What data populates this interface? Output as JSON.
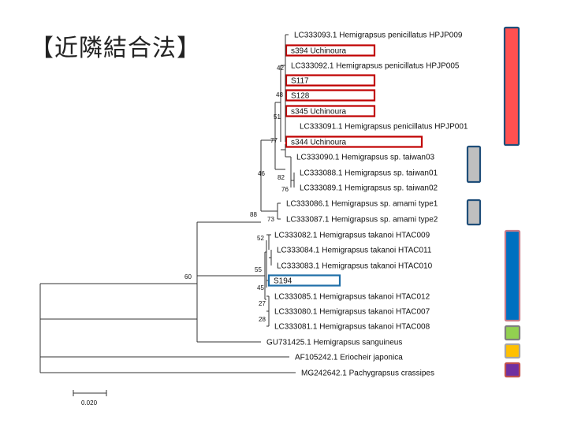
{
  "title": "【近隣結合法】",
  "leaves": [
    {
      "label": "LC333093.1 Hemigrapsus penicillatus HPJP009",
      "highlight": ""
    },
    {
      "label": "s394 Uchinoura",
      "highlight": "red"
    },
    {
      "label": "LC333092.1 Hemigrapsus penicillatus HPJP005",
      "highlight": ""
    },
    {
      "label": "S117",
      "highlight": "red"
    },
    {
      "label": "S128",
      "highlight": "red"
    },
    {
      "label": "s345 Uchinoura",
      "highlight": "red"
    },
    {
      "label": "LC333091.1 Hemigrapsus penicillatus HPJP001",
      "highlight": ""
    },
    {
      "label": "s344 Uchinoura",
      "highlight": "red"
    },
    {
      "label": "LC333090.1 Hemigrapsus sp. taiwan03",
      "highlight": ""
    },
    {
      "label": "LC333088.1 Hemigrapsus sp. taiwan01",
      "highlight": ""
    },
    {
      "label": "LC333089.1 Hemigrapsus sp. taiwan02",
      "highlight": ""
    },
    {
      "label": "LC333086.1 Hemigrapsus sp. amami type1",
      "highlight": ""
    },
    {
      "label": "LC333087.1 Hemigrapsus sp. amami type2",
      "highlight": ""
    },
    {
      "label": "LC333082.1 Hemigrapsus takanoi HTAC009",
      "highlight": ""
    },
    {
      "label": "LC333084.1 Hemigrapsus takanoi HTAC011",
      "highlight": ""
    },
    {
      "label": "LC333083.1 Hemigrapsus takanoi HTAC010",
      "highlight": ""
    },
    {
      "label": "S194",
      "highlight": "blue"
    },
    {
      "label": "LC333085.1 Hemigrapsus takanoi HTAC012",
      "highlight": ""
    },
    {
      "label": "LC333080.1 Hemigrapsus takanoi HTAC007",
      "highlight": ""
    },
    {
      "label": "LC333081.1 Hemigrapsus takanoi HTAC008",
      "highlight": ""
    },
    {
      "label": "GU731425.1 Hemigrapsus sanguineus",
      "highlight": ""
    },
    {
      "label": "AF105242.1 Eriocheir japonica",
      "highlight": ""
    },
    {
      "label": "MG242642.1 Pachygrapsus crassipes",
      "highlight": ""
    }
  ],
  "bootstrap_values": [
    "42",
    "48",
    "51",
    "77",
    "82",
    "76",
    "46",
    "73",
    "88",
    "52",
    "55",
    "45",
    "27",
    "28",
    "60"
  ],
  "scale_bar_label": "0.020",
  "clade_bars": [
    {
      "group": "penicillatus",
      "fill": "#ff5050",
      "stroke": "#1f4e79"
    },
    {
      "group": "taiwan",
      "fill": "#bfbfbf",
      "stroke": "#1f4e79"
    },
    {
      "group": "amami",
      "fill": "#bfbfbf",
      "stroke": "#1f4e79"
    },
    {
      "group": "takanoi",
      "fill": "#0070c0",
      "stroke": "#c77a88"
    },
    {
      "group": "sanguineus",
      "fill": "#92d050",
      "stroke": "#7f7f7f"
    },
    {
      "group": "japonica",
      "fill": "#ffc000",
      "stroke": "#a6a6a6"
    },
    {
      "group": "crassipes",
      "fill": "#7030a0",
      "stroke": "#c0504d"
    }
  ],
  "highlight_colors": {
    "red": "#c00000",
    "blue": "#1f6fa8"
  }
}
